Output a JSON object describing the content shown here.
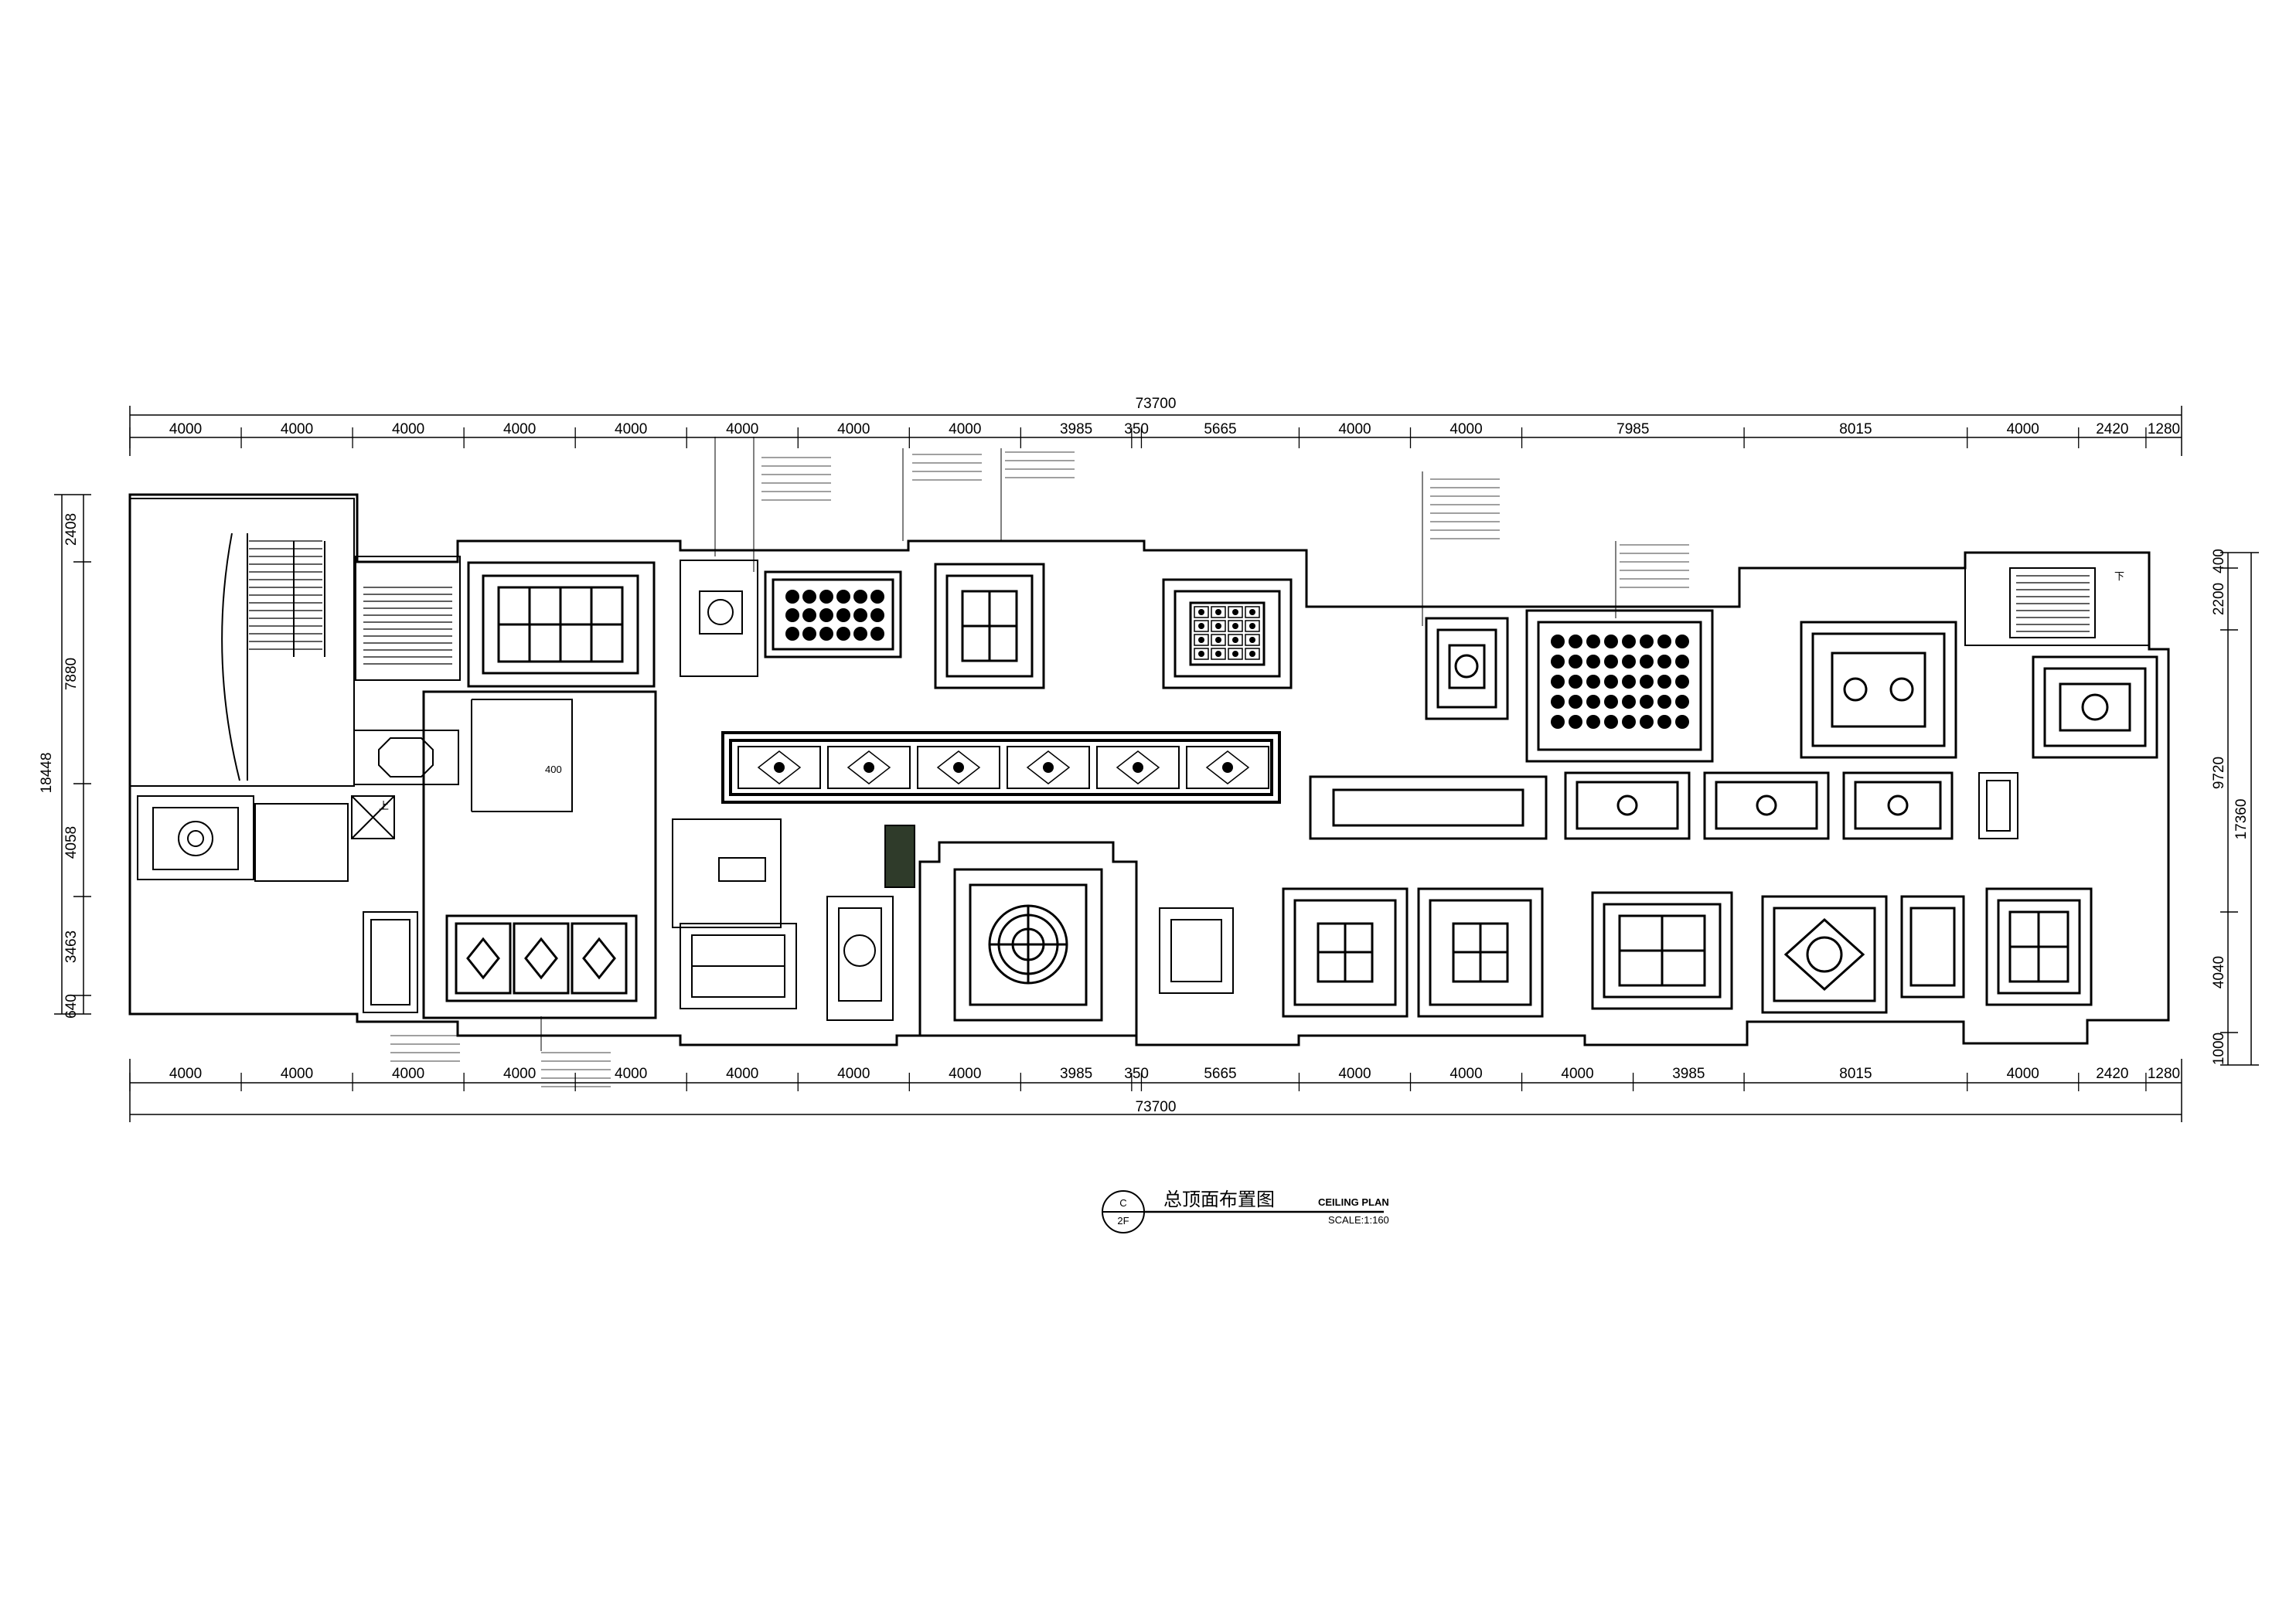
{
  "dimensions": {
    "total": "73700",
    "top_segments": [
      "4000",
      "4000",
      "4000",
      "4000",
      "4000",
      "4000",
      "4000",
      "4000",
      "3985",
      "350",
      "5665",
      "4000",
      "4000",
      "7985",
      "8015",
      "4000",
      "2420",
      "1280"
    ],
    "bottom_segments": [
      "4000",
      "4000",
      "4000",
      "4000",
      "4000",
      "4000",
      "4000",
      "4000",
      "3985",
      "350",
      "5665",
      "4000",
      "4000",
      "4000",
      "3985",
      "8015",
      "4000",
      "2420",
      "1280"
    ],
    "left": [
      "2408",
      "7880",
      "18448",
      "4058",
      "3463",
      "640"
    ],
    "right": [
      "400",
      "2200",
      "9720",
      "17360",
      "4040",
      "1000"
    ]
  },
  "title_block": {
    "circle_top": "C",
    "circle_bottom": "2F",
    "title_cn": "总顶面布置图",
    "title_en": "CEILING PLAN",
    "scale": "SCALE:1:160"
  },
  "room_labels": {
    "stair_left": "上",
    "stair_right": "下",
    "note_a": "400"
  }
}
